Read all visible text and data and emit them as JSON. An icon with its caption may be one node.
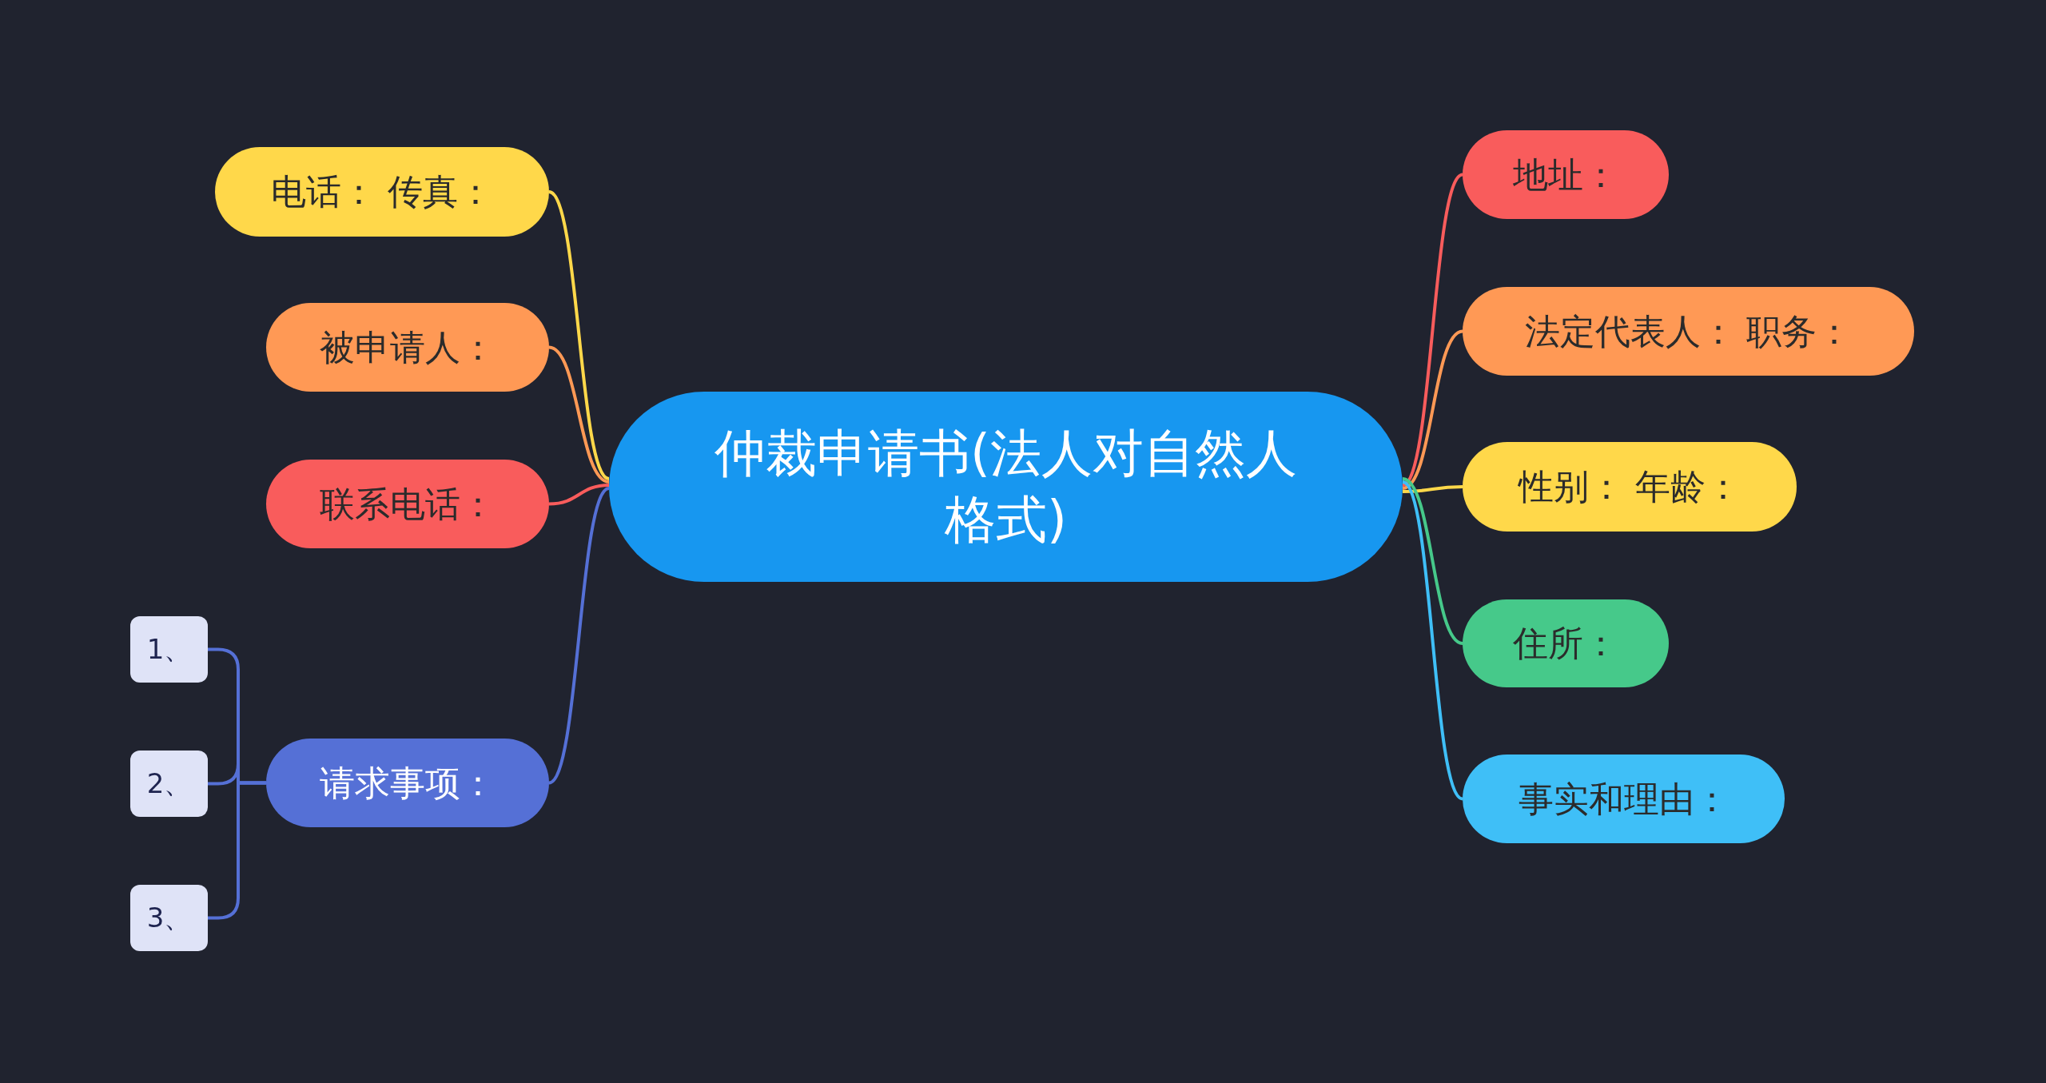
{
  "diagram": {
    "nodes": [
      {
        "text": [
          "仲裁申请书(法人对自然人格式)"
        ]
      },
      {
        "text": [
          "电话： 传真："
        ]
      },
      {
        "text": [
          "被申请人："
        ]
      },
      {
        "text": [
          "联系电话："
        ]
      },
      {
        "text": [
          "请求事项："
        ]
      },
      {
        "text": [
          "1、"
        ]
      },
      {
        "text": [
          "2、"
        ]
      },
      {
        "text": [
          "3、"
        ]
      },
      {
        "text": [
          "地址："
        ]
      },
      {
        "text": [
          "法定代表人： 职务："
        ]
      },
      {
        "text": [
          "性别： 年龄："
        ]
      },
      {
        "text": [
          "住所："
        ]
      },
      {
        "text": [
          "事实和理由："
        ]
      }
    ],
    "edges": [
      {
        "from": 0,
        "to": 1,
        "arrow": "none",
        "color": "#ffd84a"
      },
      {
        "from": 0,
        "to": 2,
        "arrow": "none",
        "color": "#ff9955"
      },
      {
        "from": 0,
        "to": 3,
        "arrow": "none",
        "color": "#f95c5c"
      },
      {
        "from": 0,
        "to": 4,
        "arrow": "none",
        "color": "#5570d6"
      },
      {
        "from": 4,
        "to": 5,
        "arrow": "none",
        "color": "#5570d6"
      },
      {
        "from": 4,
        "to": 6,
        "arrow": "none",
        "color": "#5570d6"
      },
      {
        "from": 4,
        "to": 7,
        "arrow": "none",
        "color": "#5570d6"
      },
      {
        "from": 0,
        "to": 8,
        "arrow": "none",
        "color": "#f95c5c"
      },
      {
        "from": 0,
        "to": 9,
        "arrow": "none",
        "color": "#ff9955"
      },
      {
        "from": 0,
        "to": 10,
        "arrow": "none",
        "color": "#ffd84a"
      },
      {
        "from": 0,
        "to": 11,
        "arrow": "none",
        "color": "#46c98a"
      },
      {
        "from": 0,
        "to": 12,
        "arrow": "none",
        "color": "#3fbff7"
      }
    ]
  }
}
